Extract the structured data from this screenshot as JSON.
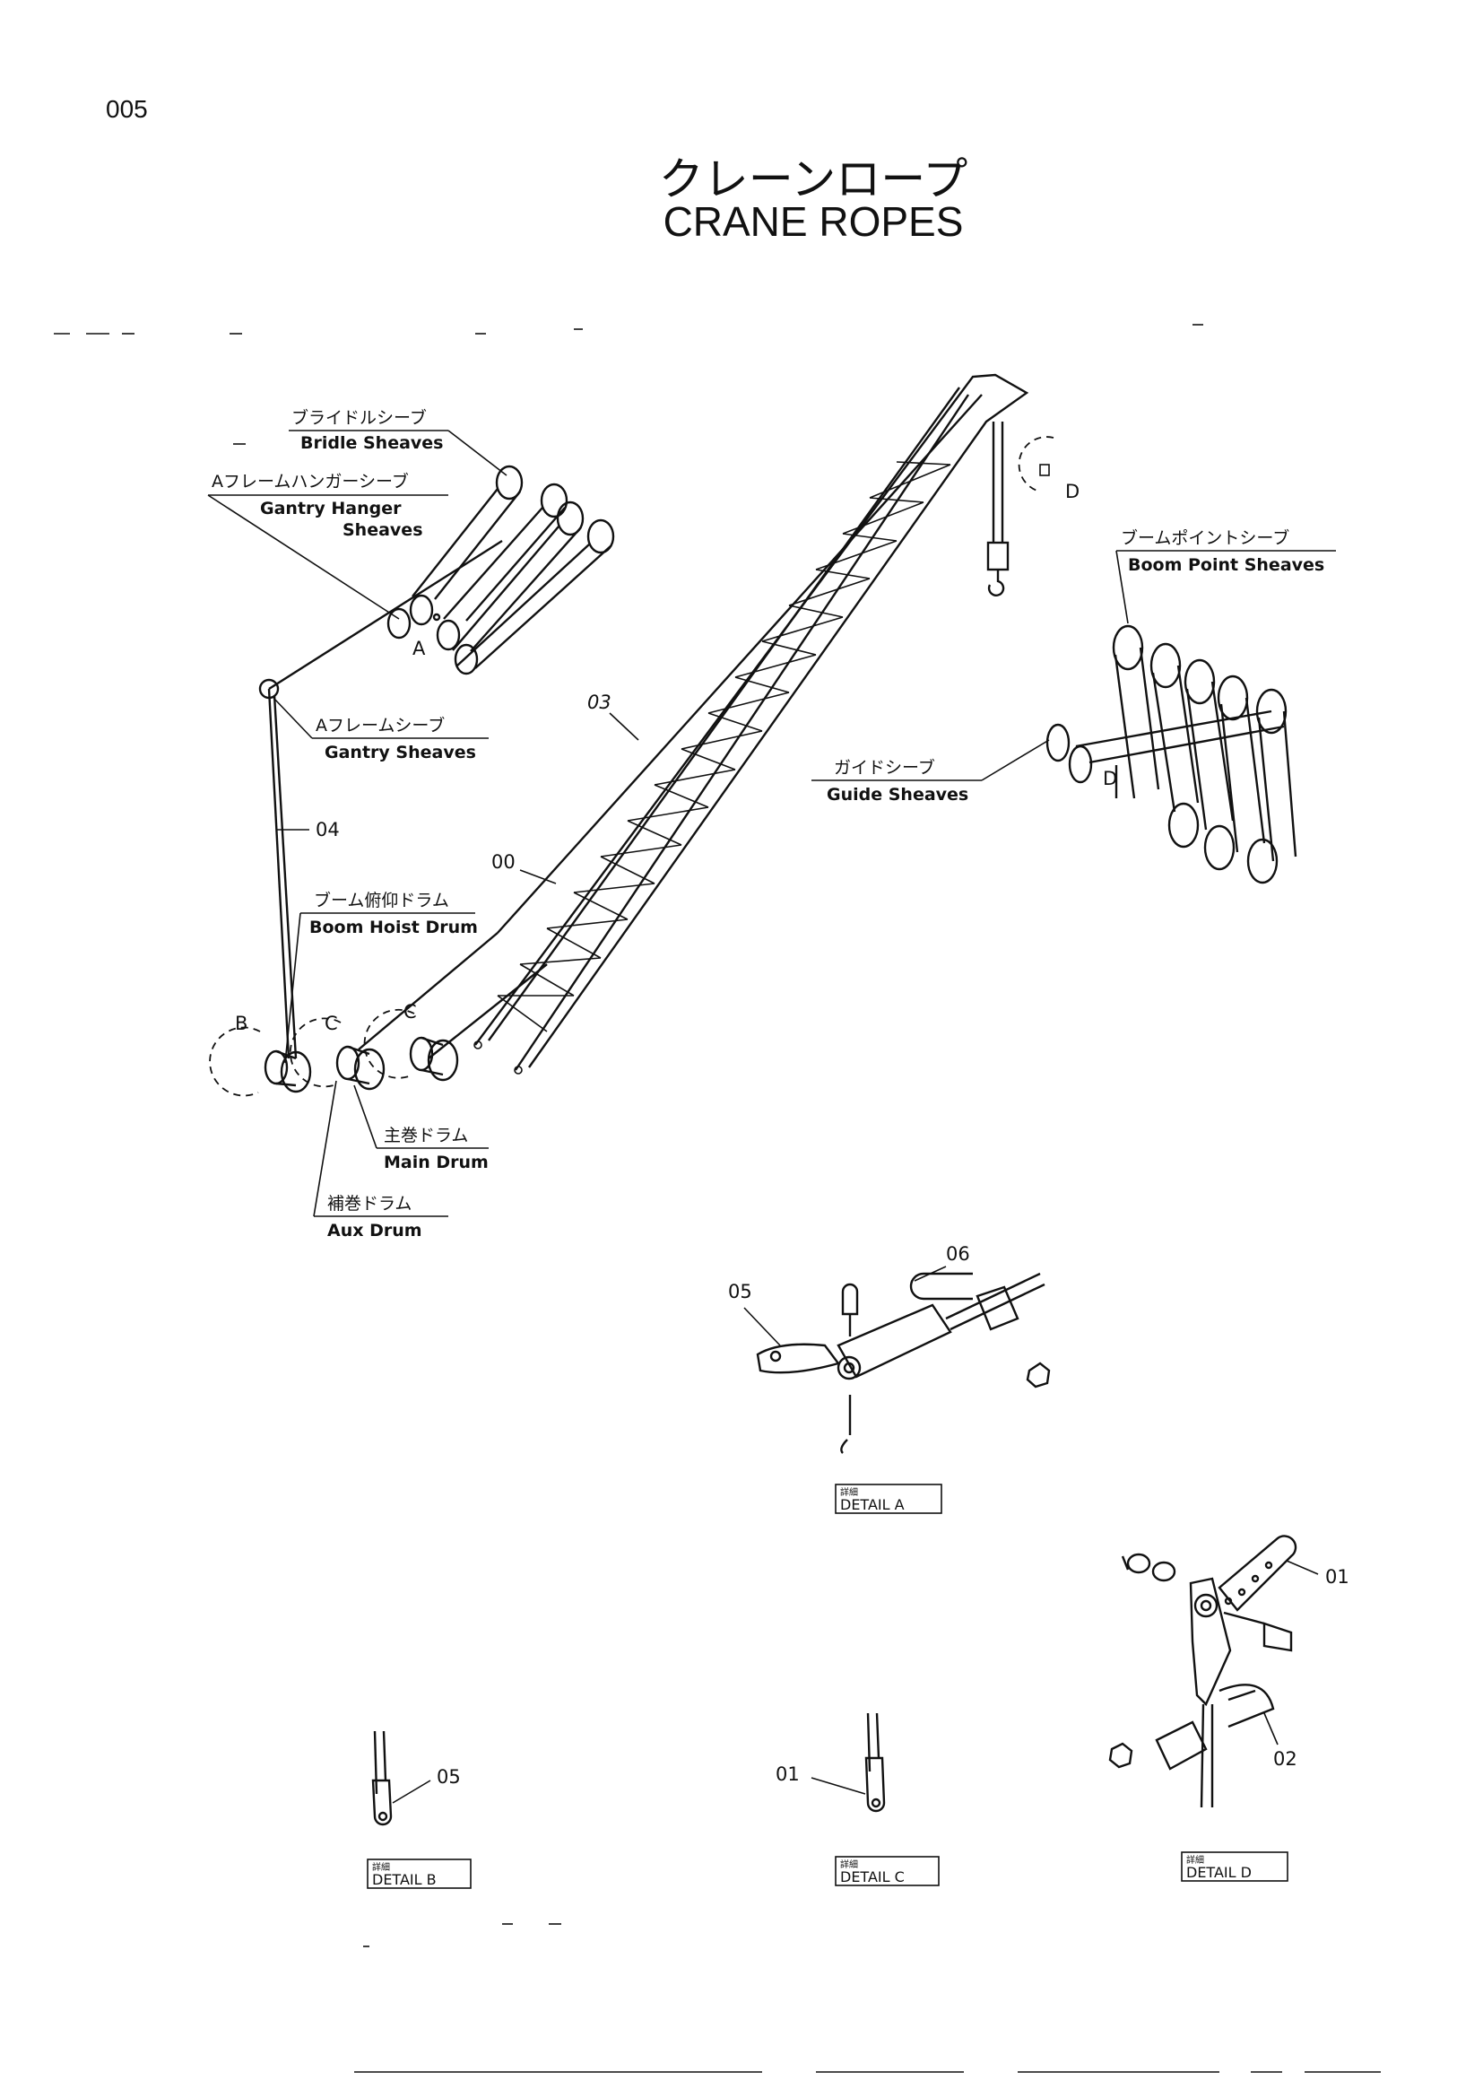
{
  "page_number": "005",
  "title_jp": "クレーンロープ",
  "title_en": "CRANE ROPES",
  "labels": {
    "bridle_jp": "ブライドルシーブ",
    "bridle_en": "Bridle Sheaves",
    "gantry_hanger_jp": "Aフレームハンガーシーブ",
    "gantry_hanger_en1": "Gantry Hanger",
    "gantry_hanger_en2": "Sheaves",
    "gantry_jp": "Aフレームシーブ",
    "gantry_en": "Gantry Sheaves",
    "boom_hoist_jp": "ブーム俯仰ドラム",
    "boom_hoist_en": "Boom Hoist Drum",
    "main_drum_jp": "主巻ドラム",
    "main_drum_en": "Main Drum",
    "aux_drum_jp": "補巻ドラム",
    "aux_drum_en": "Aux Drum",
    "boom_point_jp": "ブームポイントシーブ",
    "boom_point_en": "Boom Point Sheaves",
    "guide_jp": "ガイドシーブ",
    "guide_en": "Guide Sheaves"
  },
  "markers": {
    "a": "A",
    "b": "B",
    "c1": "C",
    "c2": "C",
    "d1": "D",
    "d2": "D"
  },
  "callouts": {
    "c00": "00",
    "c01_c": "01",
    "c01_d": "01",
    "c02": "02",
    "c03": "03",
    "c04": "04",
    "c05_a": "05",
    "c05_b": "05",
    "c06": "06"
  },
  "details": {
    "jp": "詳細",
    "a": "DETAIL  A",
    "b": "DETAIL  B",
    "c": "DETAIL  C",
    "d": "DETAIL  D"
  }
}
